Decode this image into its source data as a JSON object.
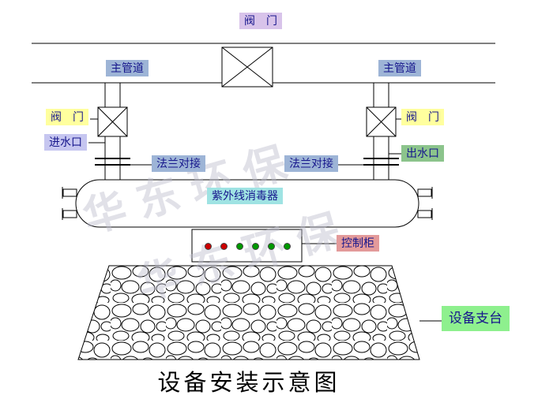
{
  "title": "设备安装示意图",
  "watermark": {
    "line1": "华东环保",
    "line2": "华东环保"
  },
  "text_color": "#16168c",
  "labels": {
    "valve_top": {
      "text": "阀　门",
      "bg": "#d8c3ea"
    },
    "main_pipe_left": {
      "text": "主管道",
      "bg": "#9db4d6"
    },
    "main_pipe_right": {
      "text": "主管道",
      "bg": "#9db4d6"
    },
    "valve_left": {
      "text": "阀　门",
      "bg": "#ffff9e"
    },
    "valve_right": {
      "text": "阀　门",
      "bg": "#ffff9e"
    },
    "inlet": {
      "text": "进水口",
      "bg": "#c6c6f0"
    },
    "outlet": {
      "text": "出水口",
      "bg": "#8cc48c"
    },
    "flange_left": {
      "text": "法兰对接",
      "bg": "#9db4d6"
    },
    "flange_right": {
      "text": "法兰对接",
      "bg": "#9db4d6"
    },
    "sterilizer": {
      "text": "紫外线消毒器",
      "bg": "#9fe3e3"
    },
    "control_cabinet": {
      "text": "控制柜",
      "bg": "#e39a9a"
    },
    "support": {
      "text": "设备支台",
      "bg": "#8ef08e"
    }
  },
  "indicator_lights": [
    "#cc0000",
    "#cc0000",
    "#009900",
    "#009900",
    "#009900",
    "#009900"
  ]
}
